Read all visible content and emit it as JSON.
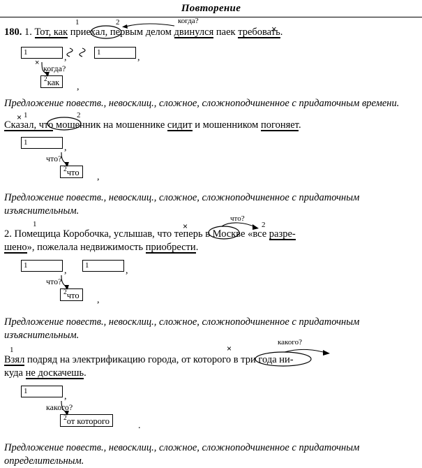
{
  "header": {
    "title": "Повторение"
  },
  "exercise": {
    "number": "180.",
    "item1_label": "1.",
    "item2_label": "2."
  },
  "sentences": {
    "s1": {
      "parts": [
        {
          "text": "Тот, как",
          "style": "underline-main"
        },
        {
          "text": " приехал, первым делом ",
          "style": "plain"
        },
        {
          "text": "двинулся",
          "style": "underline-main"
        },
        {
          "text": " паек ",
          "style": "plain"
        },
        {
          "text": "требовать",
          "style": "underline-main"
        },
        {
          "text": ".",
          "style": "plain"
        }
      ],
      "plain": "Тот, как приехал, первым делом двинулся паек требовать.",
      "num1": "1",
      "num2": "2",
      "question": "когда?",
      "cross": "×"
    },
    "s1_analysis": "Предложение повеств., невосклиц., сложное, сложноподчиненное с придаточным времени.",
    "s2": {
      "plain": "Сказал, что мошенник на мошеннике сидит и мошенником погоняет.",
      "num1": "1",
      "num2": "2",
      "question": "что?",
      "cross": "×"
    },
    "s2_analysis": "Предложение повеств., невосклиц., сложное, сложноподчиненное с придаточным изъяснительным.",
    "s3": {
      "plain": "Помещица Коробочка, услышав, что теперь в Москве «все разрешено», пожелала недвижимость приобрести.",
      "line1": "Помещица Коробочка, услышав, что теперь в Москве «все разре-",
      "line2": "шено», пожелала недвижимость приобрести.",
      "num1": "1",
      "num2": "2",
      "question": "что?",
      "cross": "×"
    },
    "s3_analysis": "Предложение повеств., невосклиц., сложное, сложноподчиненное с придаточным изъяснительным.",
    "s4": {
      "plain": "Взял подряд на электрификацию города, от которого в три года никуда не доскачешь.",
      "line1": "Взял подряд на электрификацию города, от которого в три года ни-",
      "line2": "куда не доскачешь.",
      "num1": "1",
      "num2": "2",
      "question": "какого?",
      "cross": "×"
    },
    "s4_analysis": "Предложение повеств., невосклиц., сложное, сложноподчиненное с придаточным определительным."
  },
  "schemas": {
    "sch1": {
      "box1_num": "1",
      "box2_num": "1",
      "question": "когда?",
      "sub_num": "2",
      "sub_label": "как",
      "comma_after_box1": ",",
      "comma_after_box2": ",",
      "comma_after_sub": ","
    },
    "sch2": {
      "box1_num": "1",
      "question": "что?",
      "sub_num": "2",
      "sub_label": "что",
      "comma_after_box1": ",",
      "comma_after_sub": ","
    },
    "sch3": {
      "box1_num": "1",
      "box2_num": "1",
      "question": "что?",
      "sub_num": "2",
      "sub_label": "что",
      "comma_after_box1": ",",
      "comma_after_box2": ",",
      "comma_after_sub": ","
    },
    "sch4": {
      "box1_num": "1",
      "question": "какого?",
      "sub_num": "2",
      "sub_label": "от которого",
      "comma_after_box1": ",",
      "period_after_sub": "."
    }
  }
}
